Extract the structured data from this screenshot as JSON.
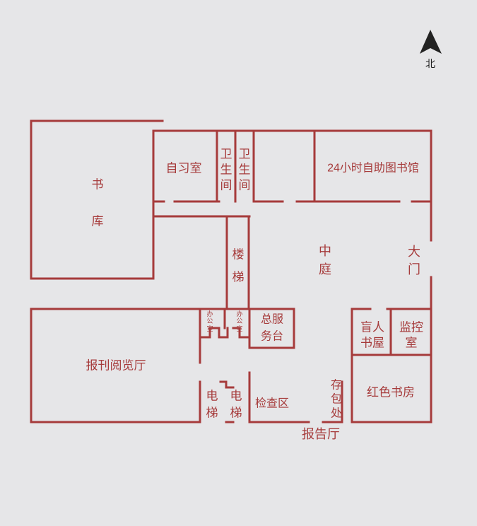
{
  "compass": {
    "label": "北"
  },
  "rooms": {
    "book_storage_1": "书",
    "book_storage_2": "库",
    "study_room": "自习室",
    "restroom_a_1": "卫",
    "restroom_a_2": "生",
    "restroom_a_3": "间",
    "restroom_b_1": "卫",
    "restroom_b_2": "生",
    "restroom_b_3": "间",
    "library_24h": "24小时自助图书馆",
    "stairs_1": "楼",
    "stairs_2": "梯",
    "courtyard_1": "中",
    "courtyard_2": "庭",
    "main_gate_1": "大",
    "main_gate_2": "门",
    "office_a_1": "办",
    "office_a_2": "公",
    "office_a_3": "室",
    "office_b_1": "办",
    "office_b_2": "公",
    "office_b_3": "室",
    "service_desk_1": "总服",
    "service_desk_2": "务台",
    "blind_room_1": "盲人",
    "blind_room_2": "书屋",
    "monitor_room_1": "监控",
    "monitor_room_2": "室",
    "reading_hall": "报刊阅览厅",
    "elevator_a_1": "电",
    "elevator_a_2": "梯",
    "elevator_b_1": "电",
    "elevator_b_2": "梯",
    "inspection_area": "检查区",
    "bag_storage_1": "存",
    "bag_storage_2": "包",
    "bag_storage_3": "处",
    "red_bookroom": "红色书房",
    "lecture_hall": "报告厅"
  }
}
